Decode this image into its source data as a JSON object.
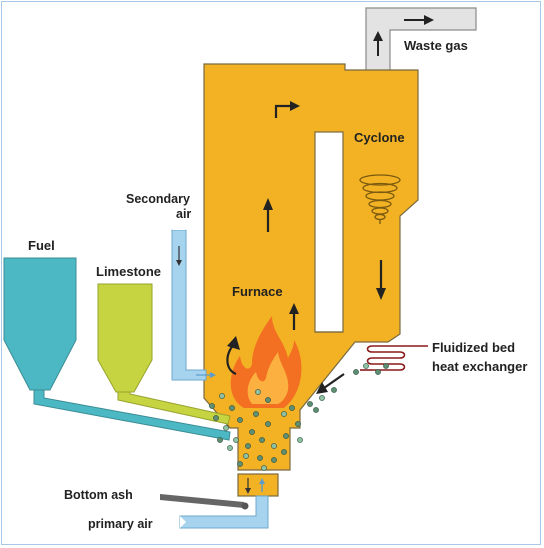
{
  "labels": {
    "waste_gas": "Waste gas",
    "cyclone": "Cyclone",
    "secondary_air_line1": "Secondary",
    "secondary_air_line2": "air",
    "fuel": "Fuel",
    "limestone": "Limestone",
    "furnace": "Furnace",
    "fluidized_bed_line1": "Fluidized bed",
    "fluidized_bed_line2": "heat exchanger",
    "bottom_ash": "Bottom ash",
    "primary_air": "primary air"
  },
  "colors": {
    "furnace": "#f2b224",
    "fuel_hopper": "#4cb8c3",
    "limestone_hopper": "#c5d440",
    "air_duct": "#a6d3ee",
    "flame_outer": "#f36f21",
    "flame_inner": "#fbb040",
    "heat_exchanger_coil": "#8b1a1a",
    "waste_gas_duct": "#e3e3e3",
    "outline": "#6d6d6d",
    "particle": "#5e8f73"
  }
}
